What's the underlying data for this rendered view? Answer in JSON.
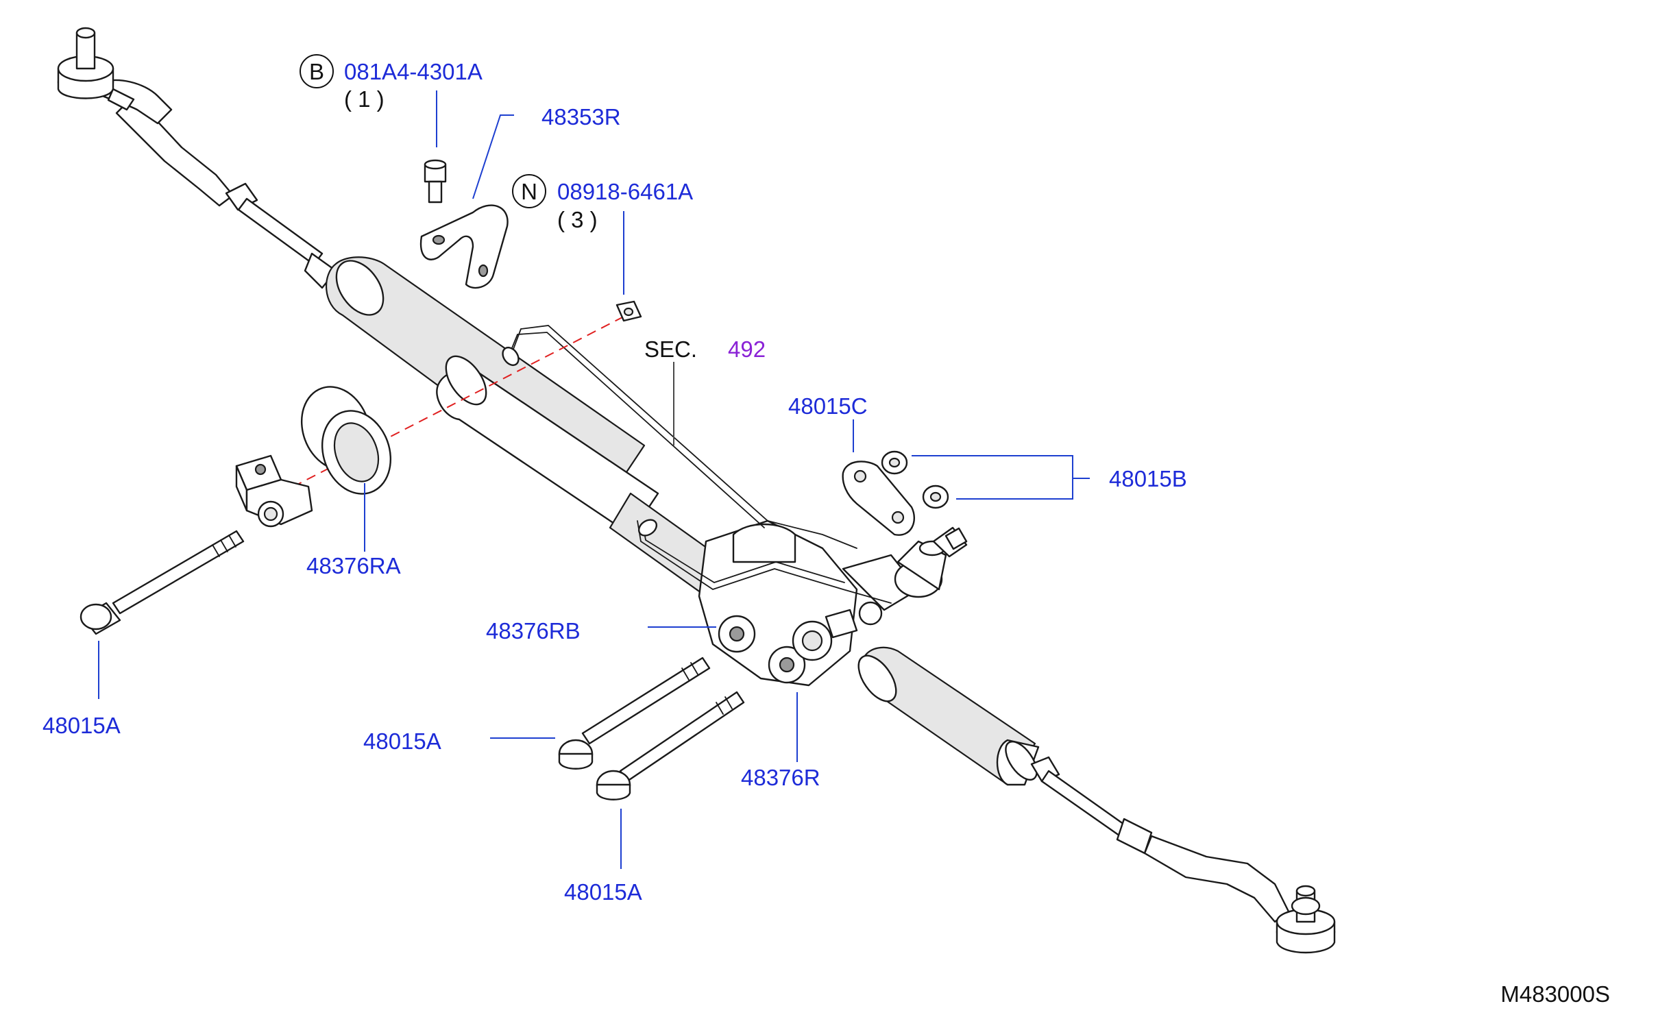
{
  "diagram_code": "M483000S",
  "callouts": {
    "bolt_symbol": "B",
    "bolt_part": "081A4-4301A",
    "bolt_qty": "( 1 )",
    "nut_symbol": "N",
    "nut_part": "08918-6461A",
    "nut_qty": "( 3 )",
    "clamp": "48353R",
    "section_prefix": "SEC.",
    "section_number": "492",
    "plate": "48015C",
    "nuts": "48015B",
    "insulator_left": "48376RA",
    "insulator_middle": "48376RB",
    "insulator_right": "48376R",
    "bolt_left": "48015A",
    "bolt_center": "48015A",
    "bolt_bottom": "48015A"
  },
  "colors": {
    "label": "#1d2bd8",
    "section_ref": "#8a22d6",
    "centerline": "#e02020"
  }
}
